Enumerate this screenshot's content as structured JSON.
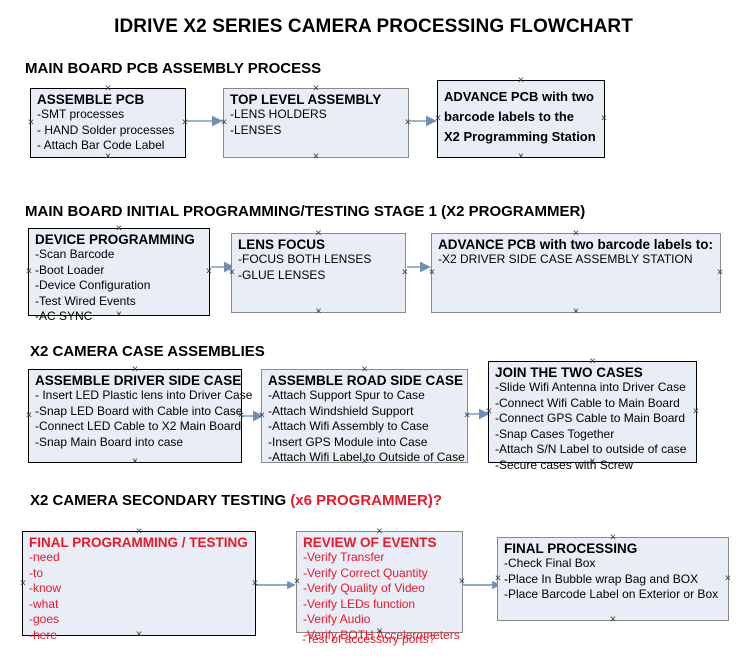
{
  "document": {
    "title": "IDRIVE X2  SERIES CAMERA PROCESSING FLOWCHART"
  },
  "colors": {
    "box_fill": "#e9edf6",
    "box_border": "#000000",
    "box_border_grey": "#8a8a8a",
    "arrow": "#8fa9c4",
    "accent_red": "#e8192c",
    "text": "#000000",
    "background": "#ffffff"
  },
  "sections": [
    {
      "heading": "MAIN BOARD PCB ASSEMBLY PROCESS",
      "heading_accent": "",
      "nodes": [
        {
          "title": "ASSEMBLE PCB",
          "lines": [
            "-SMT processes",
            "- HAND Solder processes",
            "- Attach Bar Code Label"
          ]
        },
        {
          "title": "TOP LEVEL ASSEMBLY",
          "lines": [
            "-LENS HOLDERS",
            "-LENSES"
          ]
        },
        {
          "title": "",
          "lines": [
            "ADVANCE PCB with two",
            "barcode labels to the",
            " X2 Programming Station"
          ]
        }
      ]
    },
    {
      "heading": "MAIN BOARD INITIAL PROGRAMMING/TESTING STAGE 1 (X2 PROGRAMMER)",
      "heading_accent": "",
      "nodes": [
        {
          "title": "DEVICE PROGRAMMING",
          "lines": [
            "-Scan Barcode",
            "-Boot Loader",
            "-Device Configuration",
            "-Test Wired Events",
            "-AC SYNC"
          ]
        },
        {
          "title": "LENS FOCUS",
          "lines": [
            "-FOCUS BOTH LENSES",
            "-GLUE LENSES"
          ]
        },
        {
          "title": "ADVANCE PCB with two barcode labels to:",
          "lines": [
            "-X2 DRIVER  SIDE  CASE  ASSEMBLY STATION"
          ]
        }
      ]
    },
    {
      "heading": "X2 CAMERA CASE ASSEMBLIES",
      "heading_accent": "",
      "nodes": [
        {
          "title": "ASSEMBLE DRIVER SIDE CASE",
          "lines": [
            "- Insert LED Plastic lens into Driver Case",
            "-Snap LED Board with Cable into Case",
            "-Connect LED Cable to X2 Main Board",
            "-Snap Main Board into case"
          ]
        },
        {
          "title": "ASSEMBLE ROAD SIDE CASE",
          "lines": [
            "-Attach Support Spur to Case",
            "-Attach Windshield Support",
            "-Attach Wifi Assembly to Case",
            "-Insert GPS Module into Case",
            "-Attach Wifi Label to Outside of Case"
          ]
        },
        {
          "title": "JOIN THE TWO CASES",
          "lines": [
            "-Slide Wifi Antenna into Driver Case",
            "-Connect Wifi Cable to Main Board",
            "-Connect GPS Cable to Main Board",
            "-Snap Cases Together",
            "-Attach S/N Label to outside of case",
            "-Secure cases with Screw"
          ]
        }
      ]
    },
    {
      "heading": "X2 CAMERA SECONDARY TESTING ",
      "heading_accent": "(x6 PROGRAMMER)?",
      "nodes": [
        {
          "title": "FINAL PROGRAMMING / TESTING",
          "lines": [
            "-need",
            "-to",
            "-know",
            "-what",
            "-goes",
            "-here"
          ]
        },
        {
          "title": "REVIEW OF EVENTS",
          "lines": [
            "-Verify Transfer",
            "-Verify Correct Quantity",
            "-Verify Quality of Video",
            "-Verify LEDs function",
            "-Verify Audio",
            "-Verify BOTH Accelerometers"
          ],
          "overflow_line": "-Test of accessory ports?"
        },
        {
          "title": "FINAL PROCESSING",
          "lines": [
            " -Check Final Box",
            "-Place In Bubble wrap Bag and BOX",
            "-Place Barcode Label on Exterior or Box"
          ]
        }
      ]
    }
  ]
}
